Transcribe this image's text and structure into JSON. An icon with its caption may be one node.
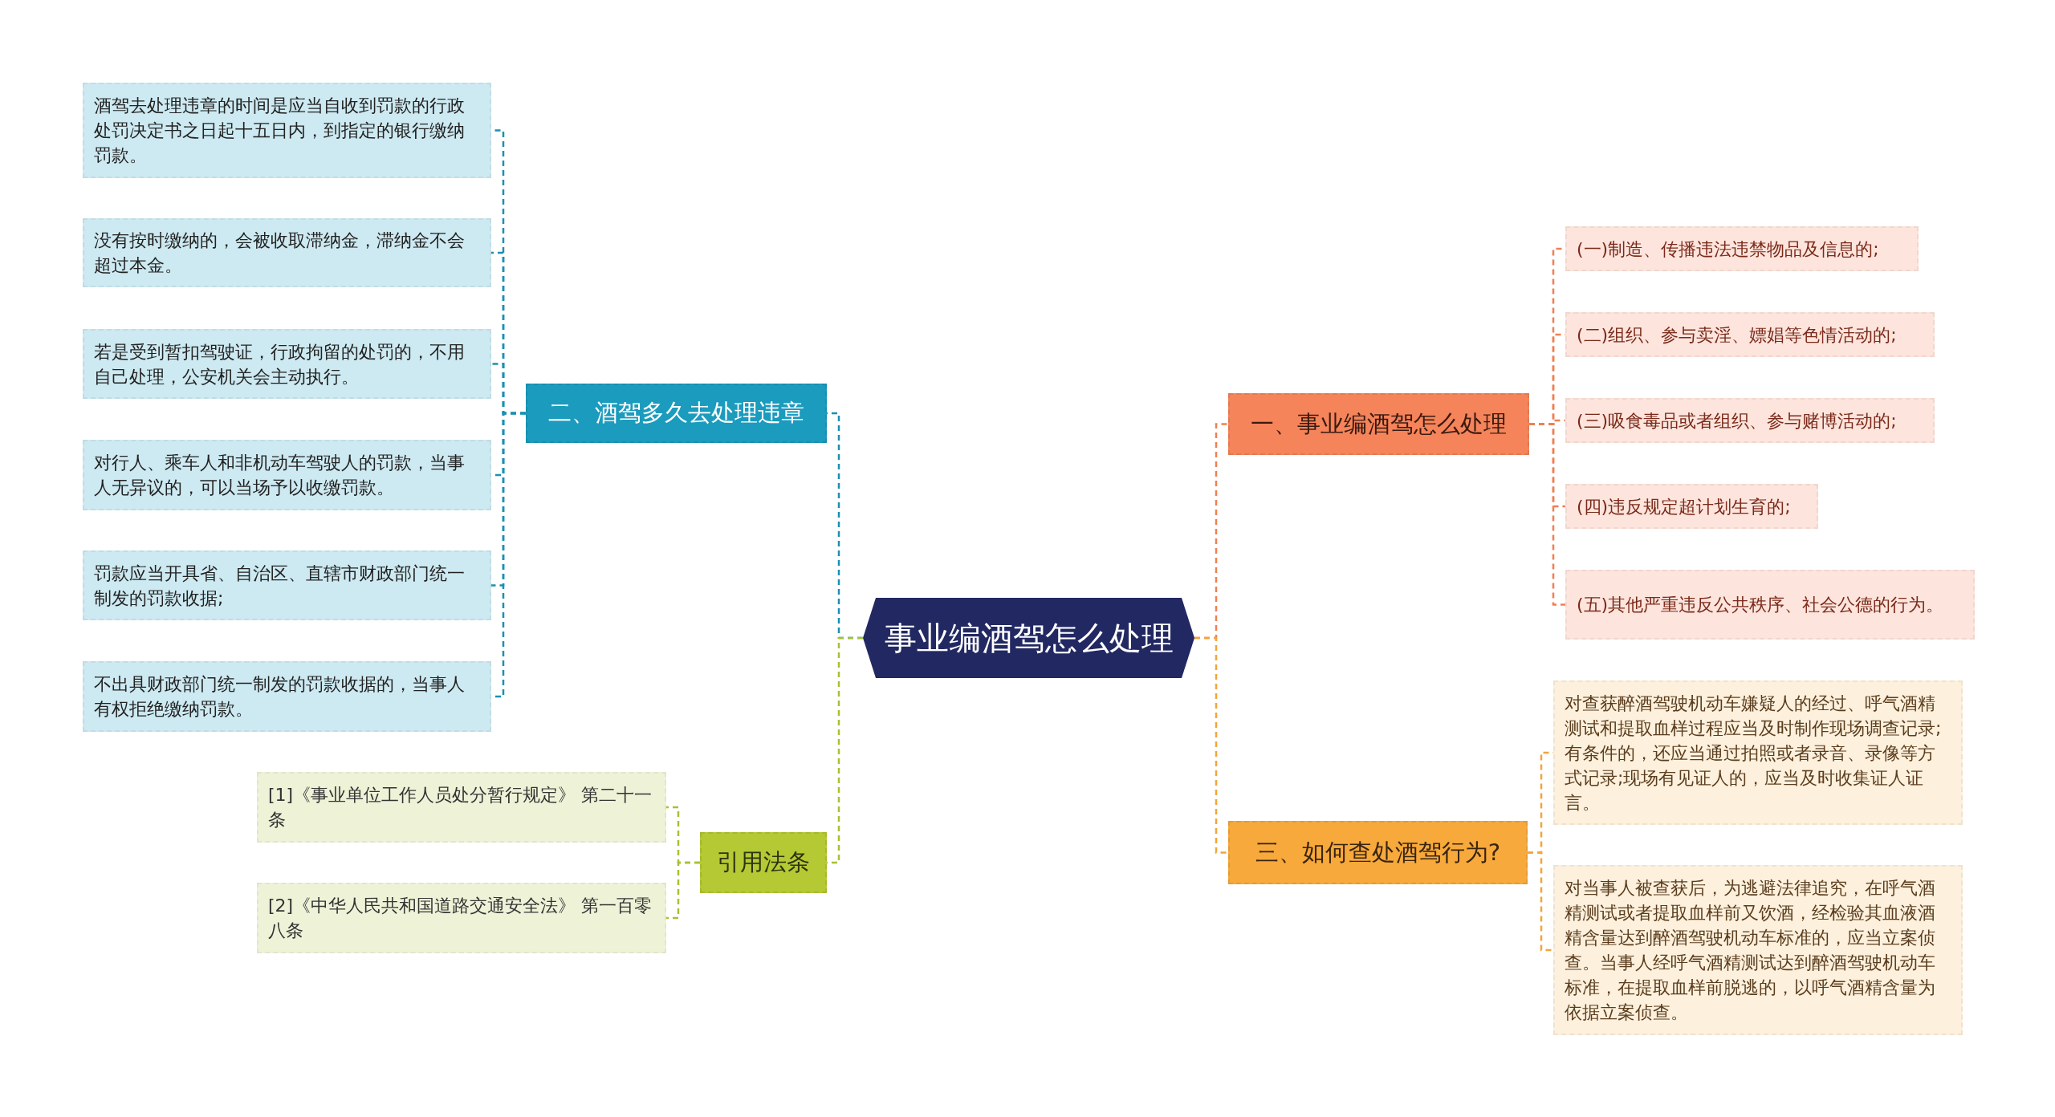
{
  "diagram": {
    "nodes": [
      {
        "text": [
          "事业编酒驾怎么处理"
        ]
      },
      {
        "text": [
          "一、事业编酒驾怎么处理"
        ]
      },
      {
        "text": [
          "(一)制造、传播违法违禁物品及信息的;"
        ]
      },
      {
        "text": [
          "(二)组织、参与卖淫、嫖娼等色情活动的;"
        ]
      },
      {
        "text": [
          "(三)吸食毒品或者组织、参与赌博活动的;"
        ]
      },
      {
        "text": [
          "(四)违反规定超计划生育的;"
        ]
      },
      {
        "text": [
          "(五)其他严重违反公共秩序、社会公德的行为。"
        ]
      },
      {
        "text": [
          "三、如何查处酒驾行为?"
        ]
      },
      {
        "text": [
          "对查获醉酒驾驶机动车嫌疑人的经过、呼气酒精测试和提取血样过程应当及时制作现场调查记录;有条件的，还应当通过拍照或者录音、录像等方式记录;现场有见证人的，应当及时收集证人证言。"
        ]
      },
      {
        "text": [
          "对当事人被查获后，为逃避法律追究，在呼气酒精测试或者提取血样前又饮酒，经检验其血液酒精含量达到醉酒驾驶机动车标准的，应当立案侦查。当事人经呼气酒精测试达到醉酒驾驶机动车标准，在提取血样前脱逃的，以呼气酒精含量为依据立案侦查。"
        ]
      },
      {
        "text": [
          "二、酒驾多久去处理违章"
        ]
      },
      {
        "text": [
          "酒驾去处理违章的时间是应当自收到罚款的行政处罚决定书之日起十五日内，到指定的银行缴纳罚款。"
        ]
      },
      {
        "text": [
          "没有按时缴纳的，会被收取滞纳金，滞纳金不会超过本金。"
        ]
      },
      {
        "text": [
          "若是受到暂扣驾驶证，行政拘留的处罚的，不用自己处理，公安机关会主动执行。"
        ]
      },
      {
        "text": [
          "对行人、乘车人和非机动车驾驶人的罚款，当事人无异议的，可以当场予以收缴罚款。"
        ]
      },
      {
        "text": [
          "罚款应当开具省、自治区、直辖市财政部门统一制发的罚款收据;"
        ]
      },
      {
        "text": [
          "不出具财政部门统一制发的罚款收据的，当事人有权拒绝缴纳罚款。"
        ]
      },
      {
        "text": [
          "引用法条"
        ]
      },
      {
        "text": [
          "[1]《事业单位工作人员处分暂行规定》 第二十一条"
        ]
      },
      {
        "text": [
          "[2]《中华人民共和国道路交通安全法》 第一百零八条"
        ]
      }
    ],
    "edges": [
      {
        "from": 0,
        "to": 1,
        "arrow": "none",
        "style": "dashed",
        "color": "#f07f52"
      },
      {
        "from": 1,
        "to": 2,
        "arrow": "none",
        "style": "dashed",
        "color": "#f07f52"
      },
      {
        "from": 1,
        "to": 3,
        "arrow": "none",
        "style": "dashed",
        "color": "#f07f52"
      },
      {
        "from": 1,
        "to": 4,
        "arrow": "none",
        "style": "dashed",
        "color": "#f07f52"
      },
      {
        "from": 1,
        "to": 5,
        "arrow": "none",
        "style": "dashed",
        "color": "#f07f52"
      },
      {
        "from": 1,
        "to": 6,
        "arrow": "none",
        "style": "dashed",
        "color": "#f07f52"
      },
      {
        "from": 0,
        "to": 7,
        "arrow": "none",
        "style": "dashed",
        "color": "#f2a53a"
      },
      {
        "from": 7,
        "to": 8,
        "arrow": "none",
        "style": "dashed",
        "color": "#f2a53a"
      },
      {
        "from": 7,
        "to": 9,
        "arrow": "none",
        "style": "dashed",
        "color": "#f2a53a"
      },
      {
        "from": 0,
        "to": 10,
        "arrow": "none",
        "style": "dashed",
        "color": "#1b8fb3"
      },
      {
        "from": 10,
        "to": 11,
        "arrow": "none",
        "style": "dashed",
        "color": "#1b8fb3"
      },
      {
        "from": 10,
        "to": 12,
        "arrow": "none",
        "style": "dashed",
        "color": "#1b8fb3"
      },
      {
        "from": 10,
        "to": 13,
        "arrow": "none",
        "style": "dashed",
        "color": "#1b8fb3"
      },
      {
        "from": 10,
        "to": 14,
        "arrow": "none",
        "style": "dashed",
        "color": "#1b8fb3"
      },
      {
        "from": 10,
        "to": 15,
        "arrow": "none",
        "style": "dashed",
        "color": "#1b8fb3"
      },
      {
        "from": 10,
        "to": 16,
        "arrow": "none",
        "style": "dashed",
        "color": "#1b8fb3"
      },
      {
        "from": 0,
        "to": 17,
        "arrow": "none",
        "style": "dashed",
        "color": "#a9c032"
      },
      {
        "from": 17,
        "to": 18,
        "arrow": "none",
        "style": "dashed",
        "color": "#a9c032"
      },
      {
        "from": 17,
        "to": 19,
        "arrow": "none",
        "style": "dashed",
        "color": "#a9c032"
      }
    ]
  }
}
